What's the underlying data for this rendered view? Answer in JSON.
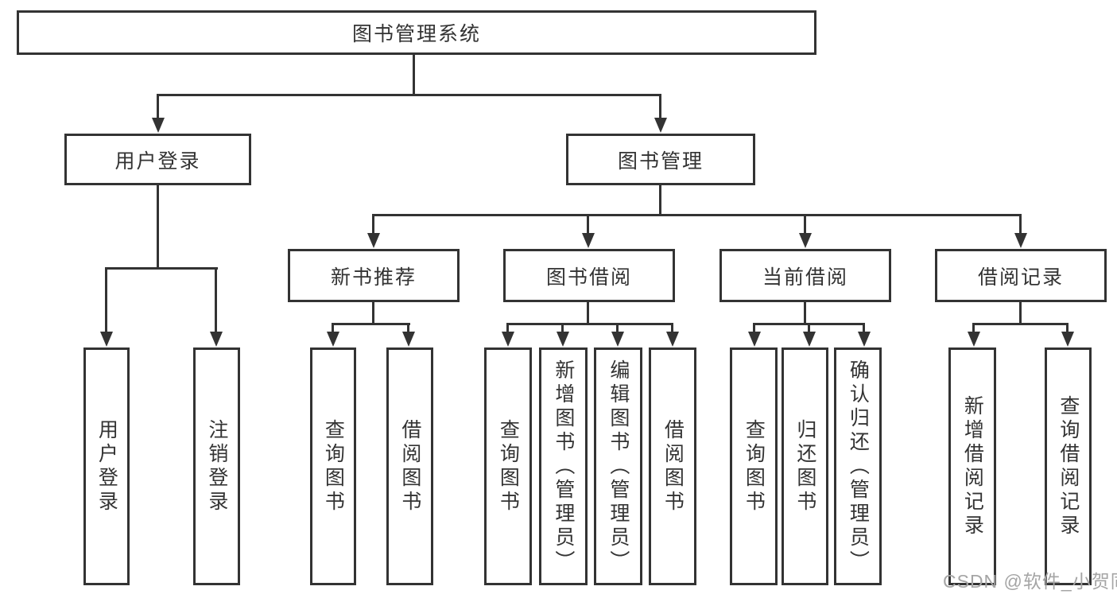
{
  "diagram": {
    "root": {
      "label": "图书管理系统"
    },
    "level2": {
      "user_login": "用户登录",
      "book_management": "图书管理"
    },
    "level3": {
      "new_book_recommend": "新书推荐",
      "book_borrow": "图书借阅",
      "current_borrow": "当前借阅",
      "borrow_records": "借阅记录"
    },
    "leaves": {
      "user_login_sub": [
        "用户登录",
        "注销登录"
      ],
      "new_book_sub": [
        "查询图书",
        "借阅图书"
      ],
      "book_borrow_sub": [
        "查询图书",
        "新增图书（管理员）",
        "编辑图书（管理员）",
        "借阅图书"
      ],
      "current_borrow_sub": [
        "查询图书",
        "归还图书",
        "确认归还（管理员）"
      ],
      "borrow_records_sub": [
        "新增借阅记录",
        "查询借阅记录"
      ]
    }
  },
  "watermark": "CSDN @软件_小贺同学",
  "colors": {
    "line": "#333333",
    "text": "#333333",
    "watermark": "#a5a5a5",
    "background": "#ffffff"
  }
}
